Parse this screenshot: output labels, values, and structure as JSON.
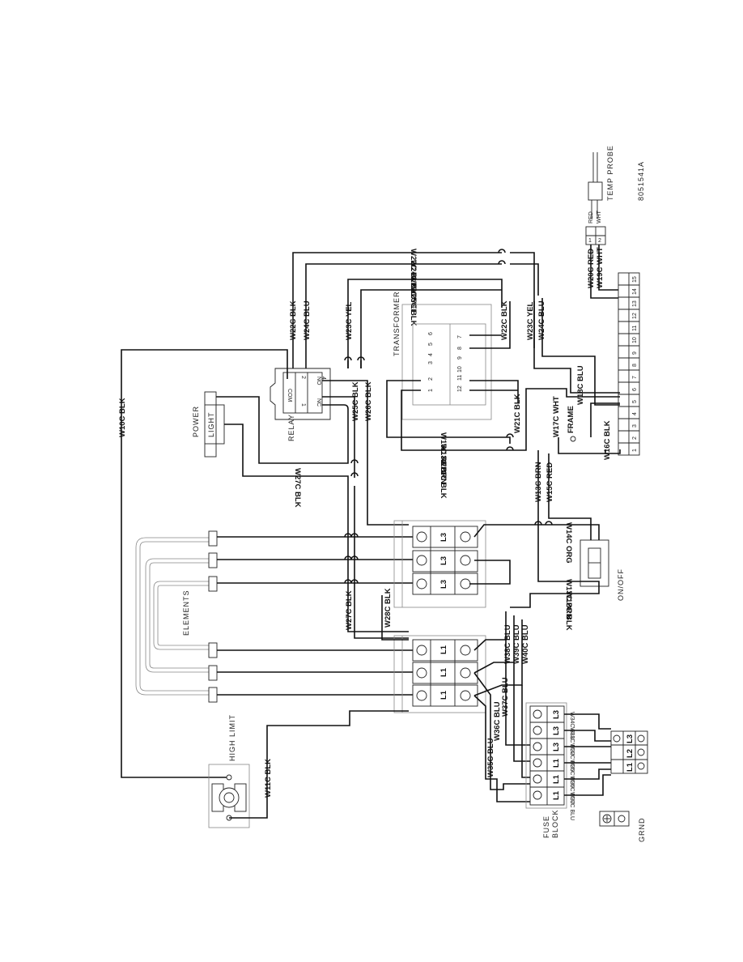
{
  "drawing_number": "8051541A",
  "components": {
    "temp_probe": "TEMP PROBE",
    "transformer": "TRANSFORMER",
    "relay": "RELAY",
    "power_light": [
      "POWER",
      "LIGHT"
    ],
    "elements": "ELEMENTS",
    "high_limit": "HIGH LIMIT",
    "on_off": "ON/OFF",
    "fuse_block": [
      "FUSE",
      "BLOCK"
    ],
    "ground": "GRND",
    "frame": "FRAME"
  },
  "relay_pins": [
    "COM",
    "NO",
    "NC",
    "2",
    "4",
    "1"
  ],
  "transformer_pins": [
    "1",
    "2",
    "3",
    "4",
    "5",
    "6",
    "7",
    "8",
    "9",
    "10",
    "11",
    "12"
  ],
  "terminal_strip": [
    "1",
    "2",
    "3",
    "4",
    "5",
    "6",
    "7",
    "8",
    "9",
    "10",
    "11",
    "12",
    "13",
    "14",
    "15"
  ],
  "probe_connector": [
    "1",
    "2"
  ],
  "contactor_poles": [
    "L3",
    "L3",
    "L3",
    "L1",
    "L1",
    "L1"
  ],
  "fuse_terminals": [
    "L1",
    "L1",
    "L1",
    "L3",
    "L3",
    "L3"
  ],
  "supply_terminals": [
    "L1",
    "L2",
    "L3"
  ],
  "wires": {
    "w10": "W10C BLK",
    "w11": "W11C BLK",
    "w12": "W12C BLK",
    "w13": "W13C BRN",
    "w14": "W14C ORG",
    "w15": "W15C RED",
    "w16": "W16C BLK",
    "w17": "W17C WHT",
    "w18": "W18C BLU",
    "w19": "W19C WHT",
    "w20": "W20C RED",
    "w21": "W21C BLK",
    "w22": "W22C BLK",
    "w23": "W23C YEL",
    "w24": "W24C BLU",
    "w25": "W25C BLK",
    "w26": "W26C BLK",
    "w27": "W27C BLK",
    "w28": "W28C BLK",
    "w32": "W32C BLU",
    "w33": "W33C BLU",
    "w34": "W34C BLU",
    "w35": "W35C BLU",
    "w36": "W36C BLU",
    "w37": "W37C BLU",
    "w38": "W38C BLU",
    "w39": "W39C BLU",
    "w40": "W40C BLU",
    "probe_red": "RED",
    "probe_wht": "WHT"
  }
}
